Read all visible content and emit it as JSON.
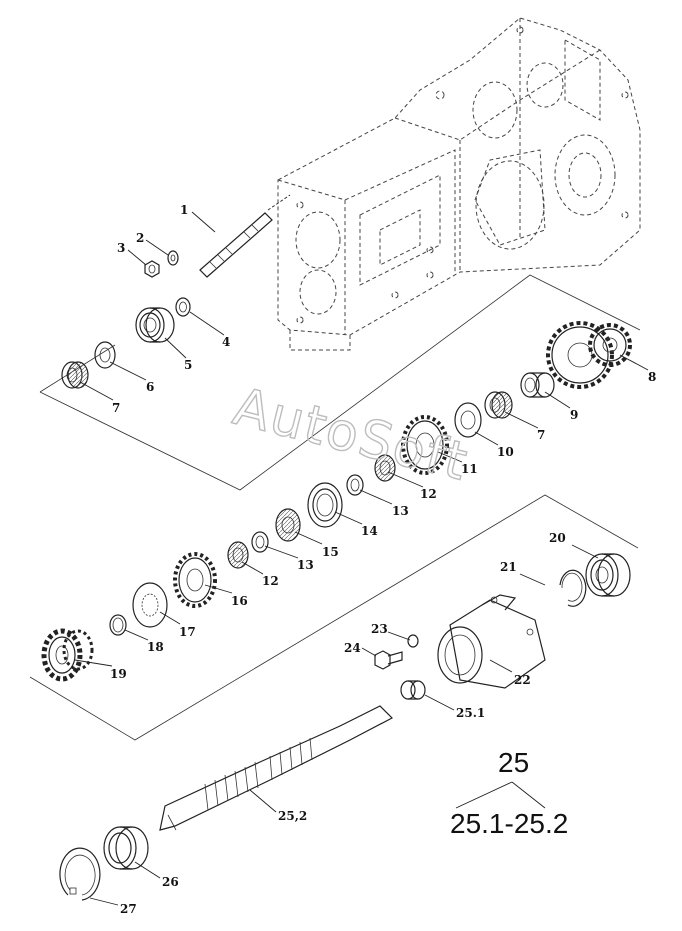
{
  "callouts": [
    {
      "id": "1",
      "text": "1"
    },
    {
      "id": "2",
      "text": "2"
    },
    {
      "id": "3",
      "text": "3"
    },
    {
      "id": "4",
      "text": "4"
    },
    {
      "id": "5",
      "text": "5"
    },
    {
      "id": "6",
      "text": "6"
    },
    {
      "id": "7a",
      "text": "7"
    },
    {
      "id": "8",
      "text": "8"
    },
    {
      "id": "9",
      "text": "9"
    },
    {
      "id": "7b",
      "text": "7"
    },
    {
      "id": "10",
      "text": "10"
    },
    {
      "id": "11",
      "text": "11"
    },
    {
      "id": "12a",
      "text": "12"
    },
    {
      "id": "13a",
      "text": "13"
    },
    {
      "id": "14",
      "text": "14"
    },
    {
      "id": "15",
      "text": "15"
    },
    {
      "id": "13b",
      "text": "13"
    },
    {
      "id": "12b",
      "text": "12"
    },
    {
      "id": "16",
      "text": "16"
    },
    {
      "id": "17",
      "text": "17"
    },
    {
      "id": "18",
      "text": "18"
    },
    {
      "id": "19",
      "text": "19"
    },
    {
      "id": "20",
      "text": "20"
    },
    {
      "id": "21",
      "text": "21"
    },
    {
      "id": "22",
      "text": "22"
    },
    {
      "id": "23",
      "text": "23"
    },
    {
      "id": "24",
      "text": "24"
    },
    {
      "id": "25.1",
      "text": "25.1"
    },
    {
      "id": "25,2",
      "text": "25,2"
    },
    {
      "id": "26",
      "text": "26"
    },
    {
      "id": "27",
      "text": "27"
    }
  ],
  "assembly": {
    "number": "25",
    "range": "25.1-25.2"
  },
  "watermark": "AutoSoft"
}
